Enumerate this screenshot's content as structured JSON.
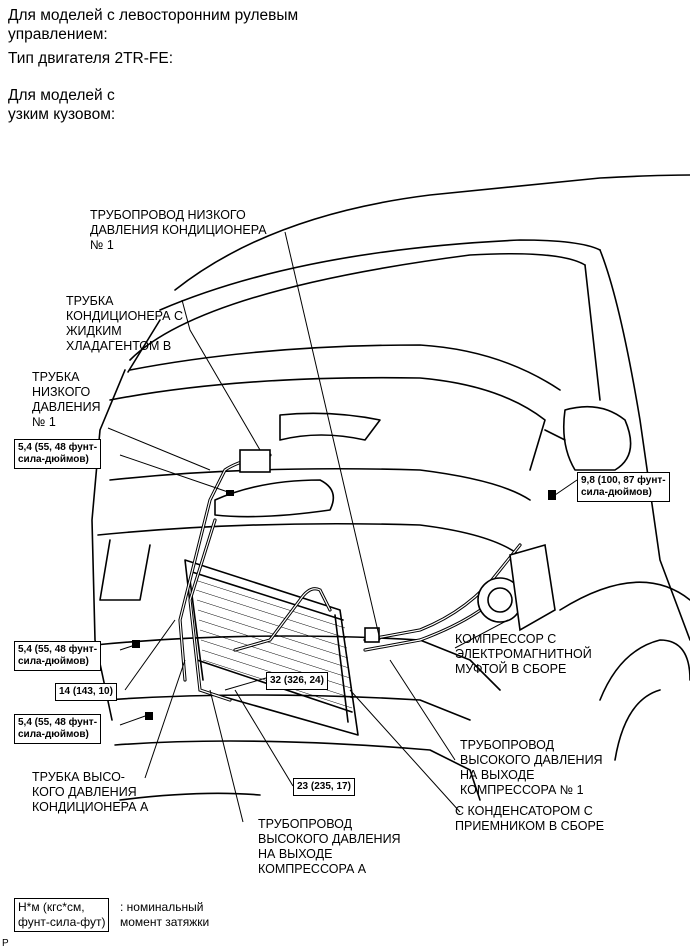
{
  "header": {
    "line1": "Для моделей с левосторонним рулевым\nуправлением:",
    "line2": "Тип двигателя 2TR-FE:",
    "line3": "Для моделей с\nузким кузовом:"
  },
  "labels": {
    "low_pressure_pipe": "ТРУБОПРОВОД НИЗКОГО\nДАВЛЕНИЯ КОНДИЦИОНЕРА\n№ 1",
    "liquid_pipe": "ТРУБКА\nКОНДИЦИОНЕРА С\nЖИДКИМ\nХЛАДАГЕНТОМ В",
    "low_pressure_tube": "ТРУБКА\nНИЗКОГО\nДАВЛЕНИЯ\n№ 1",
    "compressor": "КОМПРЕССОР С\nЭЛЕКТРОМАГНИТНОЙ\nМУФТОЙ В СБОРЕ",
    "discharge_pipe_1": "ТРУБОПРОВОД\nВЫСОКОГО ДАВЛЕНИЯ\nНА ВЫХОДЕ\nКОМПРЕССОРА № 1",
    "condenser": "С КОНДЕНСАТОРОМ С\nПРИЕМНИКОМ В СБОРЕ",
    "high_pressure_tube_a": "ТРУБКА ВЫСО-\nКОГО ДАВЛЕНИЯ\nКОНДИЦИОНЕРА А",
    "discharge_pipe_a": "ТРУБОПРОВОД\nВЫСОКОГО ДАВЛЕНИЯ\nНА ВЫХОДЕ\nКОМПРЕССОРА А"
  },
  "torques": {
    "t1": "5,4 (55, 48 фунт-\nсила-дюймов)",
    "t2": "9,8 (100, 87 фунт-\nсила-дюймов)",
    "t3": "5,4 (55, 48 фунт-\nсила-дюймов)",
    "t4": "14 (143, 10)",
    "t5": "32 (326, 24)",
    "t6": "5,4 (55, 48 фунт-\nсила-дюймов)",
    "t7": "23 (235, 17)"
  },
  "legend": {
    "box": "Н*м (кгс*см,\nфунт-сила-фут)",
    "text": ": номинальный\nмомент затяжки"
  },
  "corner_mark": "P"
}
